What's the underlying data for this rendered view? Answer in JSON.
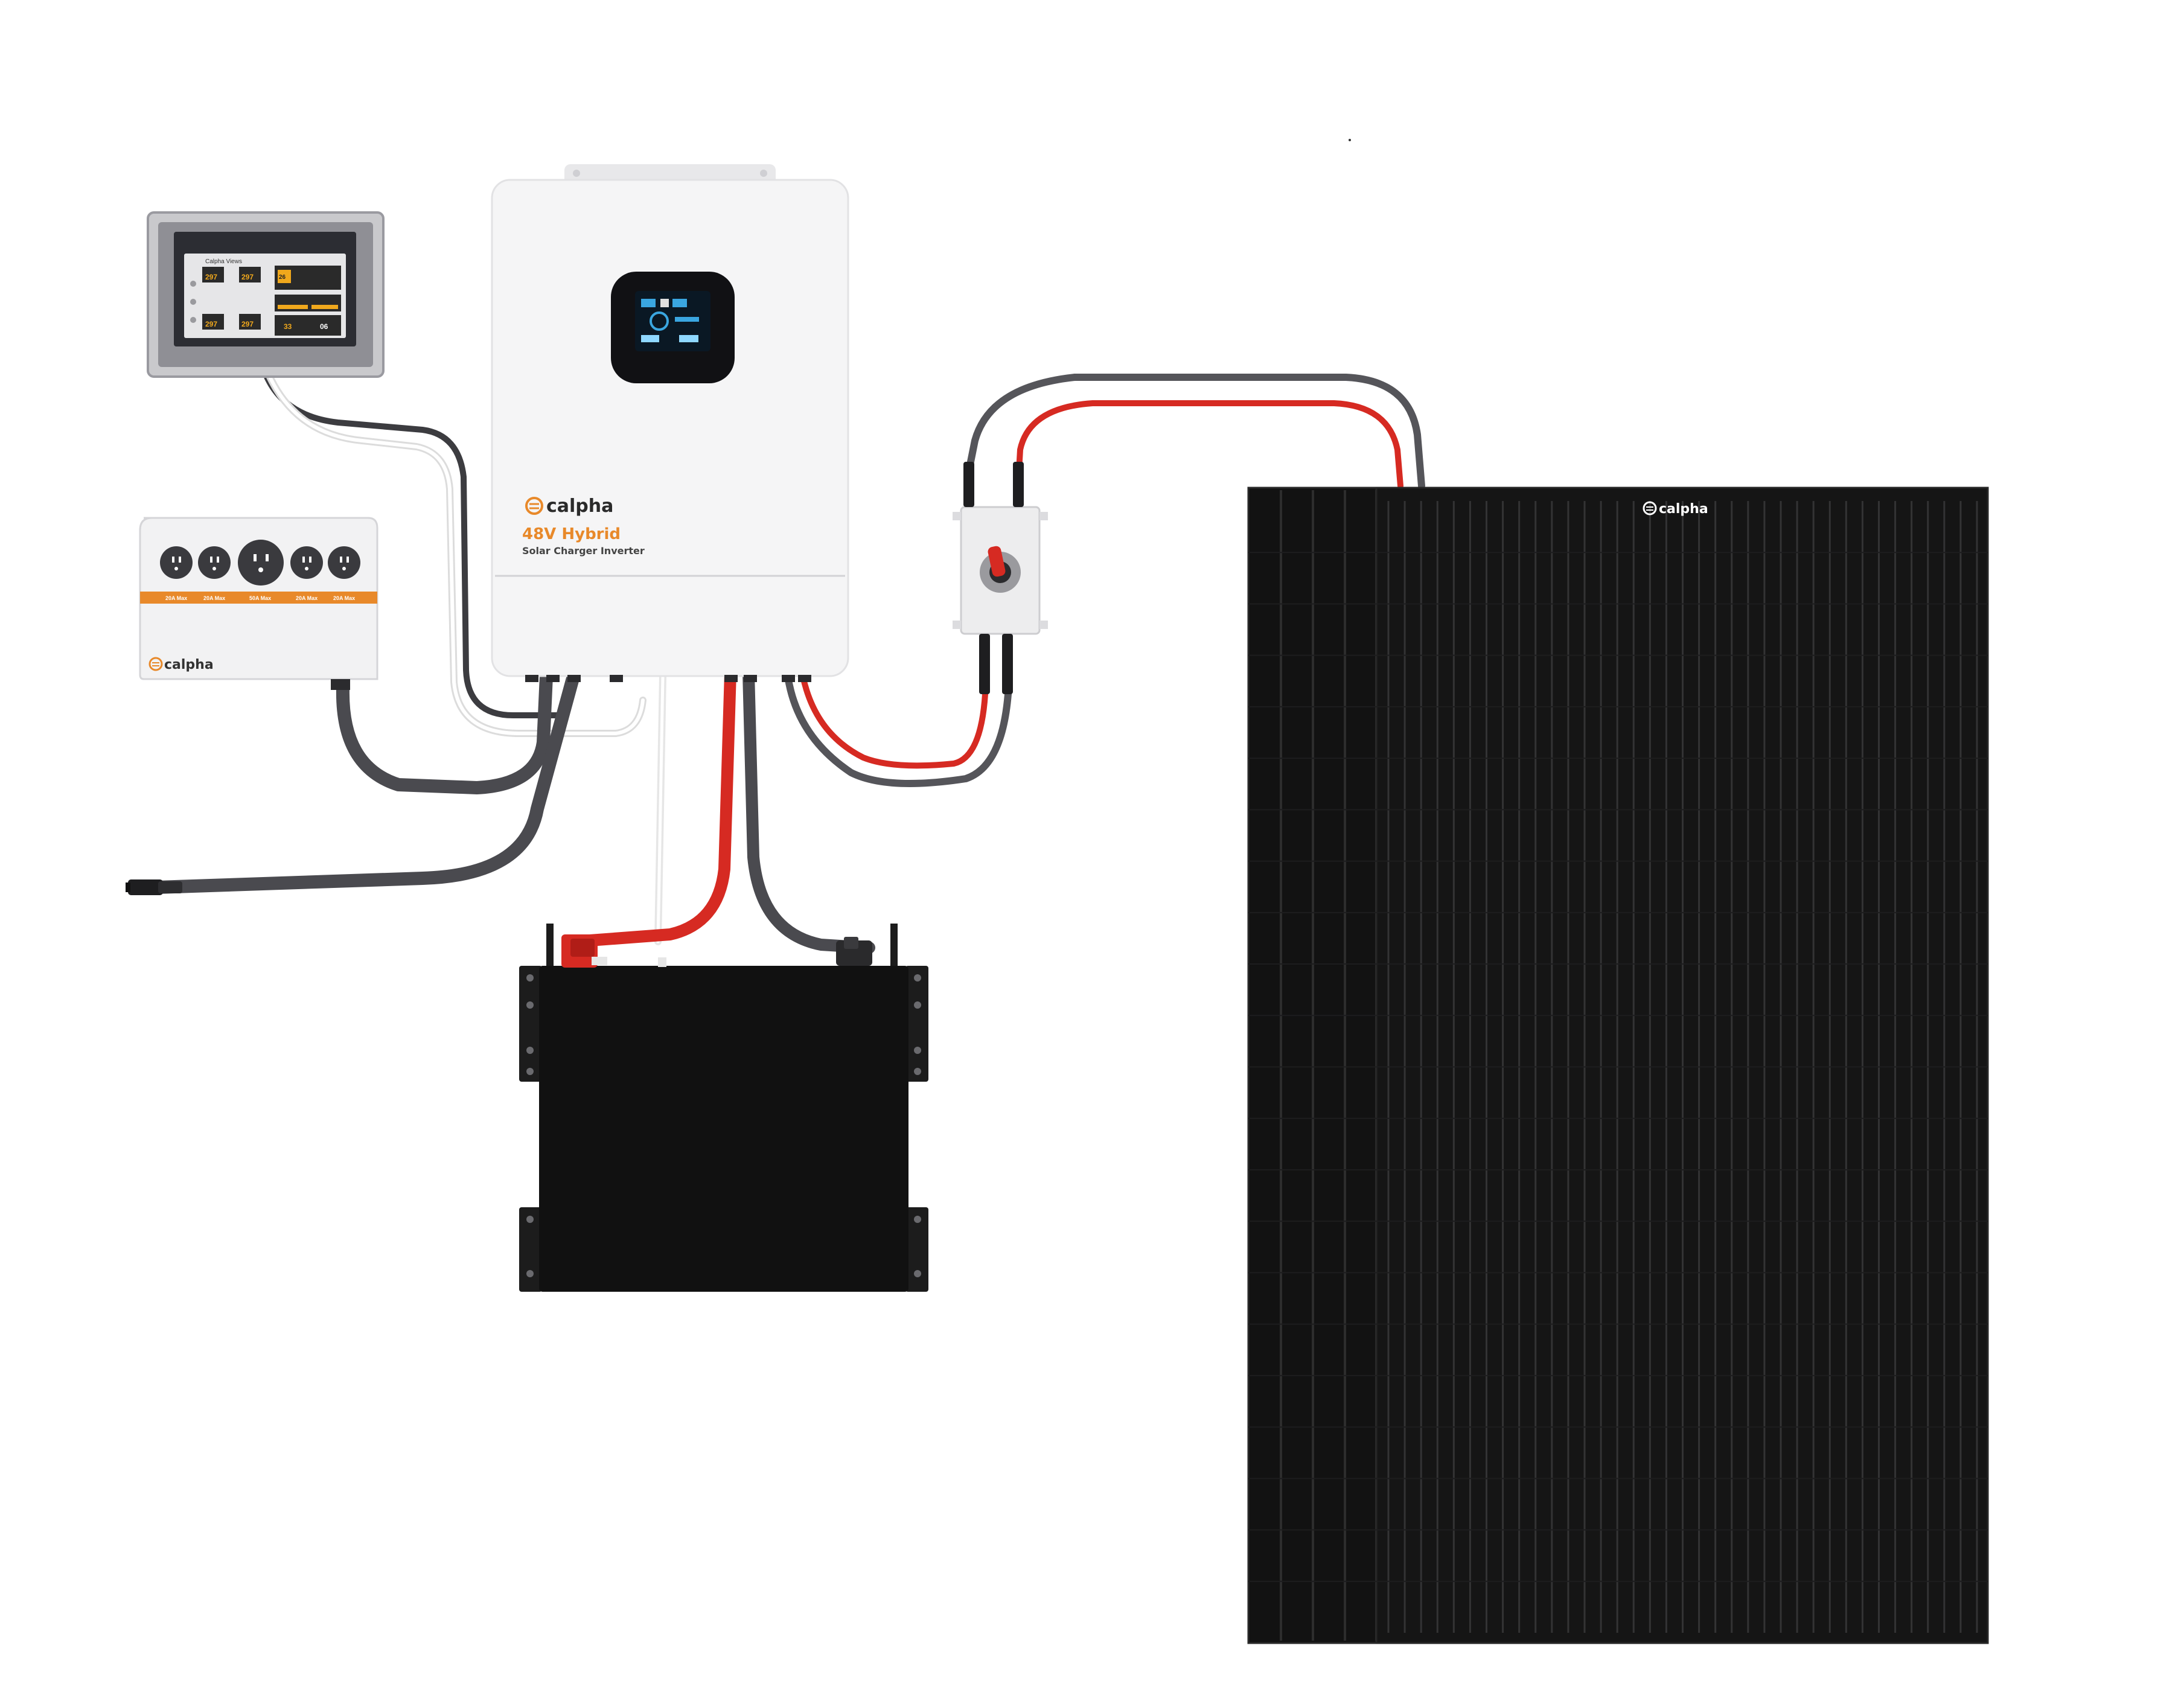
{
  "brand": {
    "name": "calpha",
    "accent_color": "#e8892a",
    "logo_icon": "calpha-swirl-icon"
  },
  "inverter": {
    "model_line": "48V Hybrid",
    "subtitle": "Solar Charger Inverter",
    "body_color": "#f4f4f4"
  },
  "monitor": {
    "screen_title": "Calpha Views",
    "values": [
      "297",
      "297",
      "297",
      "297",
      "26",
      "33",
      "06"
    ]
  },
  "outlet_box": {
    "outlet_labels": [
      "20A Max",
      "20A Max",
      "50A Max",
      "20A Max",
      "20A Max"
    ]
  },
  "cables": {
    "positive_color": "#d62a22",
    "negative_color": "#3c3c40",
    "signal_color": "#f2f2f2"
  },
  "panel": {
    "cell_columns": 36,
    "frame_color": "#151515"
  }
}
